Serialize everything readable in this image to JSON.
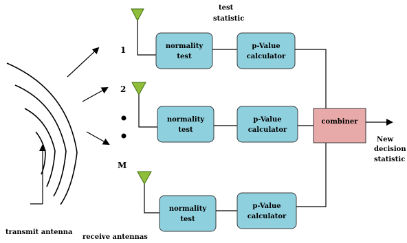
{
  "labels": {
    "test_statistic_1": "test",
    "test_statistic_2": "statistic",
    "branch_1": "1",
    "branch_2": "2",
    "branch_m": "M",
    "transmit_antenna": "transmit antenna",
    "receive_antennas": "receive antennas",
    "output_1": "New",
    "output_2": "decision",
    "output_3": "statistic"
  },
  "branches": [
    {
      "normality_1": "normality",
      "normality_2": "test",
      "pvalue_1": "p-Value",
      "pvalue_2": "calculator"
    },
    {
      "normality_1": "normality",
      "normality_2": "test",
      "pvalue_1": "p-Value",
      "pvalue_2": "calculator"
    },
    {
      "normality_1": "normality",
      "normality_2": "test",
      "pvalue_1": "p-Value",
      "pvalue_2": "calculator"
    }
  ],
  "combiner": "combiner",
  "colors": {
    "process_box": "#8fd0de",
    "combiner_box": "#e8a9a9",
    "antenna": "#8fbf3a"
  }
}
